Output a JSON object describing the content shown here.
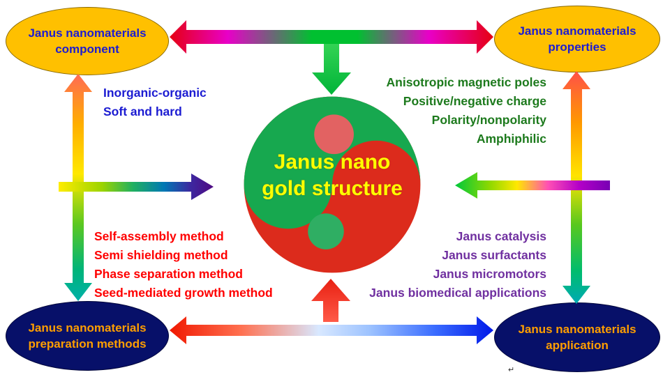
{
  "nodes": {
    "component": {
      "line1": "Janus nanomaterials",
      "line2": "component"
    },
    "properties": {
      "line1": "Janus nanomaterials",
      "line2": "properties"
    },
    "preparation": {
      "line1": "Janus nanomaterials",
      "line2": "preparation methods"
    },
    "application": {
      "line1": "Janus nanomaterials",
      "line2": "application"
    }
  },
  "center": {
    "line1": "Janus nano",
    "line2": "gold structure"
  },
  "component_items": [
    "Inorganic-organic",
    "Soft and hard"
  ],
  "properties_items": [
    "Anisotropic magnetic poles",
    "Positive/negative charge",
    "Polarity/nonpolarity",
    "Amphiphilic"
  ],
  "preparation_items": [
    "Self-assembly method",
    "Semi shielding method",
    "Phase separation method",
    "Seed-mediated growth method"
  ],
  "application_items": [
    "Janus catalysis",
    "Janus surfactants",
    "Janus micromotors",
    "Janus biomedical applications"
  ],
  "stray_mark": "↵",
  "colors": {
    "gold_node_fill": "#ffc000",
    "navy_node_fill": "#071069",
    "node_text_blue": "#1c1cd2",
    "node_text_orange": "#ff9e00",
    "center_text_yellow": "#ffff00",
    "yin_green": "#17a84f",
    "yang_red": "#dc2b1c",
    "pink_dot": "#e26262",
    "green_dot": "#2fae63",
    "list_blue": "#1c1cd2",
    "list_green": "#1d7a1d",
    "list_red": "#ff0000",
    "list_purple": "#7030a0"
  }
}
